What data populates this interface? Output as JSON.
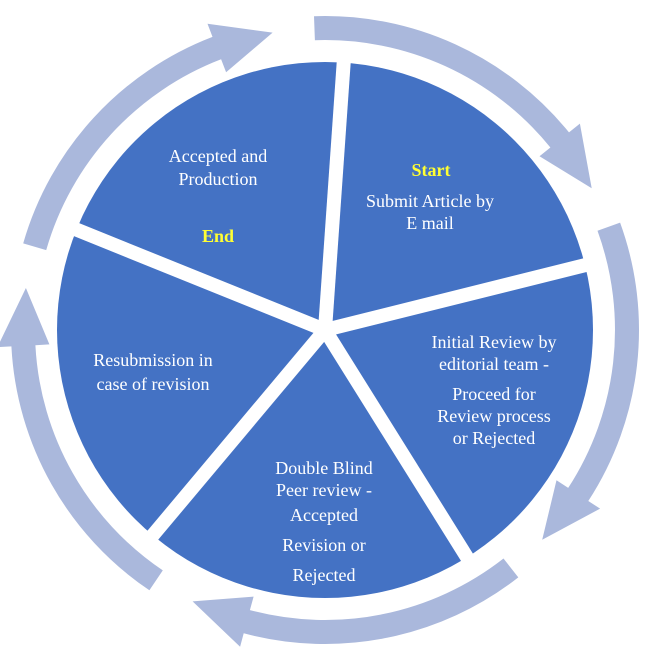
{
  "colors": {
    "segment": "#4472c4",
    "arrow_ring": "#aab8dc",
    "gap": "#ffffff",
    "text": "#ffffff",
    "marker_text": "#ffff33"
  },
  "steps": [
    {
      "marker": "Start",
      "lines": [
        "Submit Article by",
        "E mail"
      ]
    },
    {
      "lines": [
        "Initial Review by",
        "editorial team -",
        "Proceed for",
        "Review process",
        "or Rejected"
      ]
    },
    {
      "lines": [
        "Double Blind",
        "Peer review -",
        "Accepted",
        "Revision or",
        "Rejected"
      ]
    },
    {
      "lines": [
        "Resubmission in",
        "case of revision"
      ]
    },
    {
      "lines": [
        "Accepted and",
        "Production"
      ],
      "marker": "End"
    }
  ]
}
